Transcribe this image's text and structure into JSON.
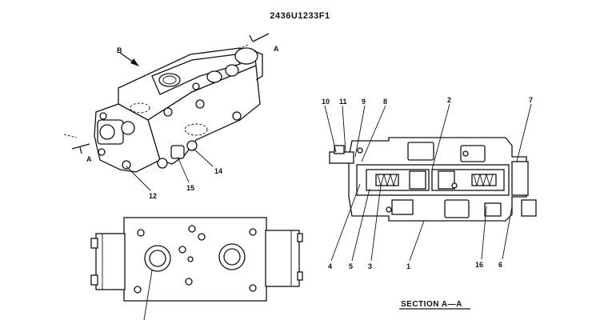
{
  "drawing_number": "2436U1233F1",
  "view_markers": {
    "b": "B",
    "a_top": "A",
    "a_left": "A"
  },
  "iso_callouts": {
    "c12": "12",
    "c14": "14",
    "c15": "15"
  },
  "section_callouts": {
    "c10": "10",
    "c11": "11",
    "c9": "9",
    "c8": "8",
    "c2": "2",
    "c7": "7",
    "c4": "4",
    "c5": "5",
    "c3": "3",
    "c1": "1",
    "c16": "16",
    "c6": "6"
  },
  "section_label": "SECTION  A—A"
}
